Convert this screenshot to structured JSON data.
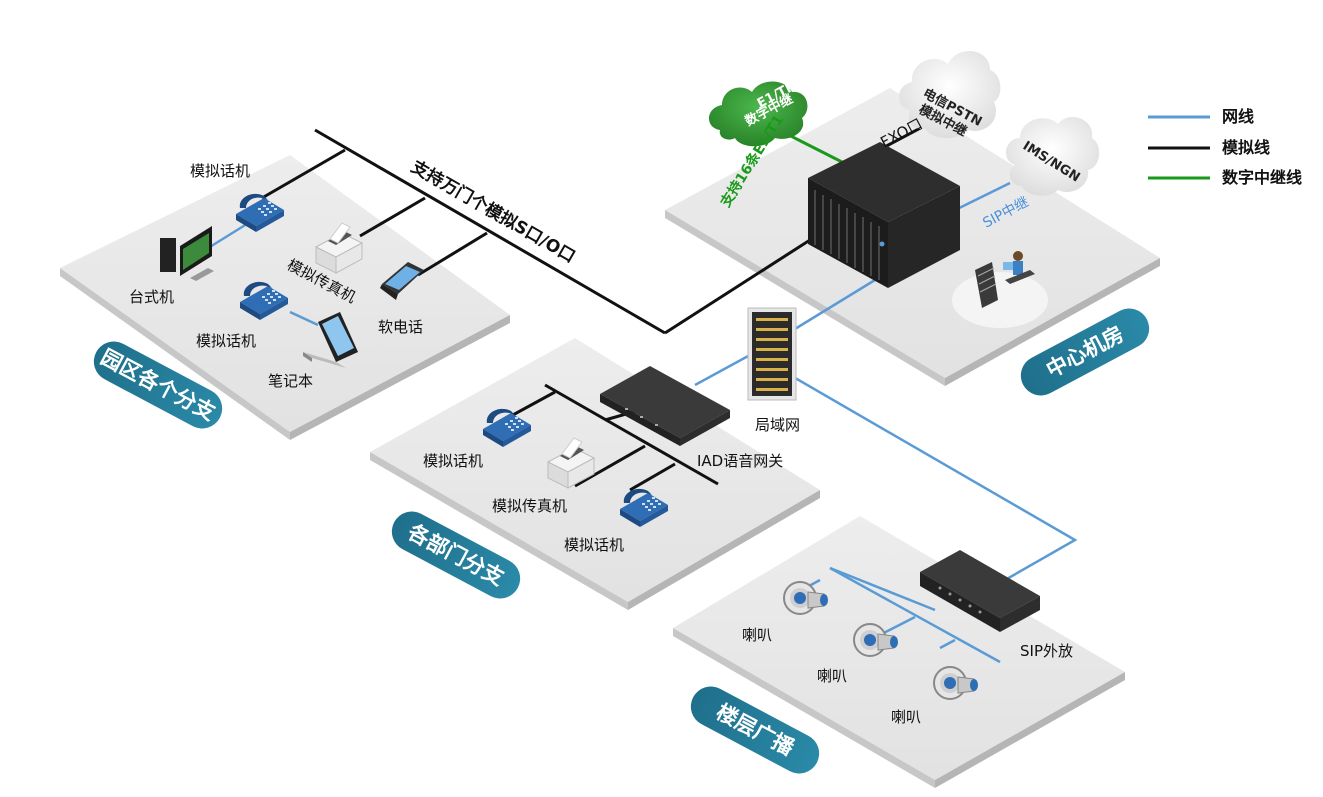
{
  "legend": {
    "network_line": "网线",
    "analog_line": "模拟线",
    "digital_trunk_line": "数字中继线",
    "colors": {
      "network": "#5b9bd5",
      "analog": "#111111",
      "digital": "#1a9a1a"
    }
  },
  "zones": {
    "campus_branch": "园区各个分支",
    "department_branch": "各部门分支",
    "central_room": "中心机房",
    "floor_broadcast": "楼层广播"
  },
  "campus": {
    "phone_top": "模拟话机",
    "desktop": "台式机",
    "fax": "模拟传真机",
    "phone_bottom": "模拟话机",
    "laptop": "笔记本",
    "softphone": "软电话",
    "trunk_caption": "支持万门个模拟S口/O口"
  },
  "central": {
    "cloud_e1": "E1/TI 数字中继",
    "cloud_e1_line1": "E1/TI",
    "cloud_e1_line2": "数字中继",
    "cloud_pstn_line1": "电信PSTN",
    "cloud_pstn_line2": "模拟中继",
    "cloud_ims": "IMS/NGN",
    "fxo": "FXO口",
    "e1_support": "支持16条E1/T1",
    "sip_trunk": "SIP中继"
  },
  "lan": {
    "label": "局域网"
  },
  "department": {
    "gateway": "IAD语音网关",
    "phone_left": "模拟话机",
    "fax": "模拟传真机",
    "phone_right": "模拟话机"
  },
  "broadcast": {
    "speaker_1": "喇叭",
    "speaker_2": "喇叭",
    "speaker_3": "喇叭",
    "sip_amp": "SIP外放"
  },
  "icons": [
    "phone-icon",
    "desktop-icon",
    "fax-icon",
    "laptop-icon",
    "smartphone-icon",
    "server-rack-icon",
    "cloud-icon",
    "gateway-icon",
    "speaker-icon",
    "operator-icon"
  ]
}
